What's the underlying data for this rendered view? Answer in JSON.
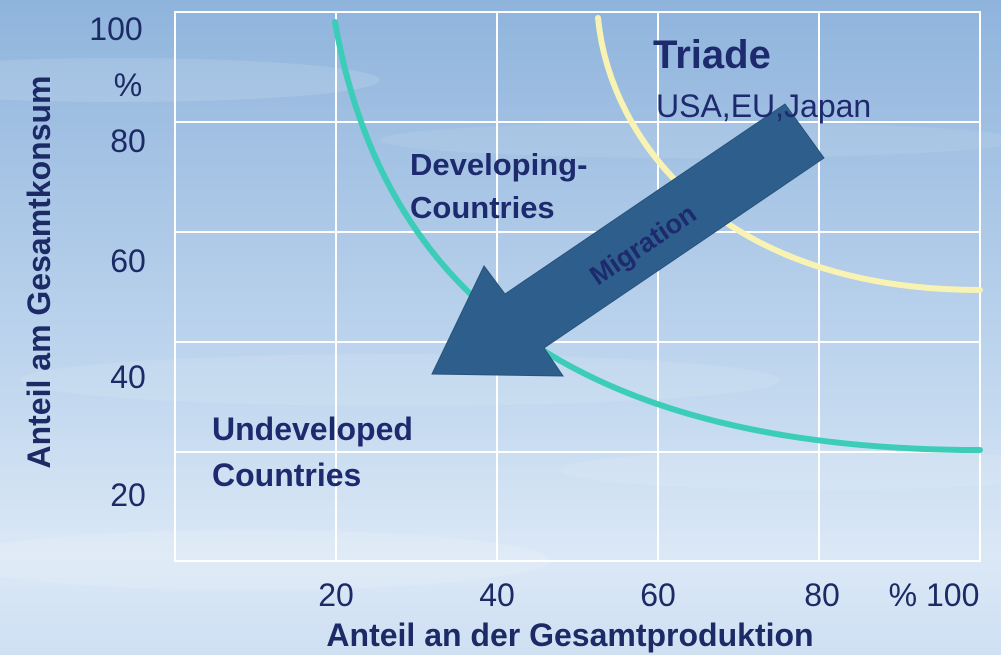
{
  "axes": {
    "y_label": "Anteil am Gesamtkonsum",
    "x_label": "Anteil an der Gesamtproduktion",
    "y_ticks": [
      "100",
      "%",
      "80",
      "60",
      "40",
      "20"
    ],
    "x_ticks": [
      "20",
      "40",
      "60",
      "80",
      "% 100"
    ]
  },
  "regions": {
    "triade_title": "Triade",
    "triade_sub": "USA,EU,Japan",
    "developing_line1": "Developing-",
    "developing_line2": "Countries",
    "undeveloped_line1": "Undeveloped",
    "undeveloped_line2": "Countries"
  },
  "arrow": {
    "label": "Migration"
  },
  "colors": {
    "grid": "#ffffff",
    "teal_curve": "#3ccdb9",
    "yellow_curve": "#f9f3b3",
    "arrow_fill": "#2e5f8c",
    "label_text": "#1e2a6e",
    "arrow_text": "#1e2a6e",
    "axis_text": "#1c2a66"
  }
}
